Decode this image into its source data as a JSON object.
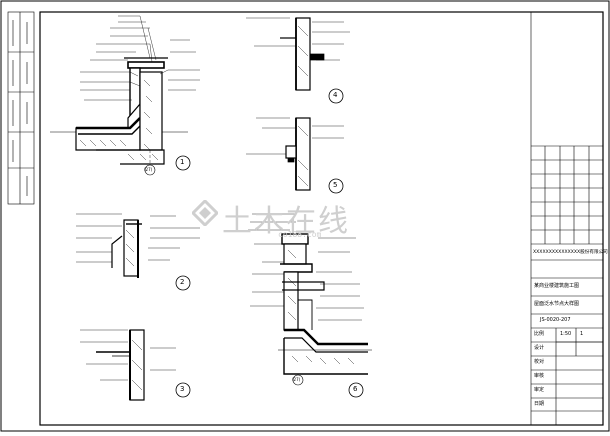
{
  "watermark": {
    "brand": "土木在线",
    "url": "co188.com"
  },
  "detail_marks": [
    "1",
    "2",
    "3",
    "4",
    "5",
    "6"
  ],
  "axis_labels": [
    "(27)",
    "(27)"
  ],
  "title_block": {
    "company": "XXXXXXXXXXXXXXX股份有限公司",
    "project": "某商业楼建筑施工图",
    "drawing_title": "屋面泛水节点大样图",
    "drawing_no": "JS-0020-207",
    "scale": "1:50",
    "sheet": "1",
    "label_design": "设计",
    "label_check": "校对",
    "label_review": "审核",
    "label_approve": "审定",
    "label_date": "日期",
    "label_scale": "比例"
  }
}
